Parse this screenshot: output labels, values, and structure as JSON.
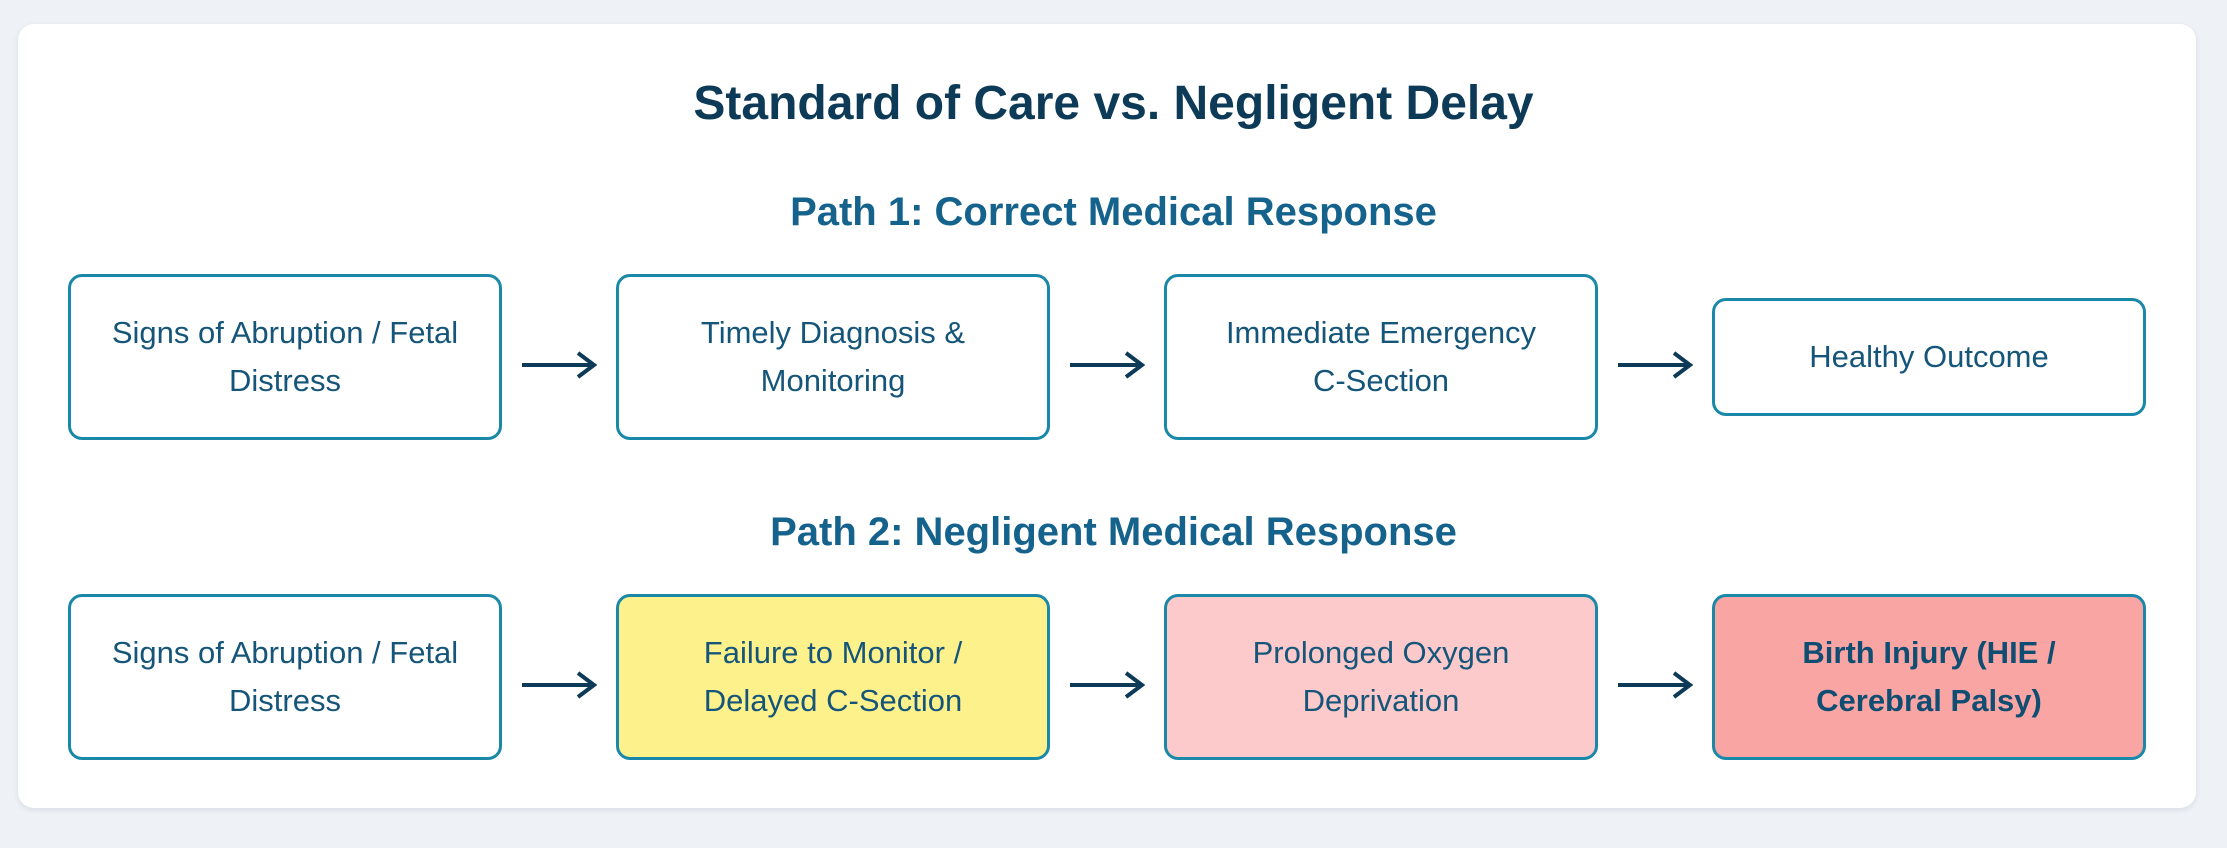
{
  "title": "Standard of Care vs. Negligent Delay",
  "paths": [
    {
      "heading": "Path 1: Correct Medical Response",
      "steps": [
        "Signs of Abruption / Fetal Distress",
        "Timely Diagnosis & Monitoring",
        "Immediate Emergency C-Section",
        "Healthy Outcome"
      ]
    },
    {
      "heading": "Path 2: Negligent Medical Response",
      "steps": [
        "Signs of Abruption / Fetal Distress",
        "Failure to Monitor / Delayed C-Section",
        "Prolonged Oxygen Deprivation",
        "Birth Injury (HIE / Cerebral Palsy)"
      ]
    }
  ],
  "colors": {
    "border": "#1a88a8",
    "arrow": "#0d3b57",
    "failure_fill": "#fdf18c",
    "deprivation_fill": "#fccaca",
    "injury_fill": "#f9a5a3"
  }
}
